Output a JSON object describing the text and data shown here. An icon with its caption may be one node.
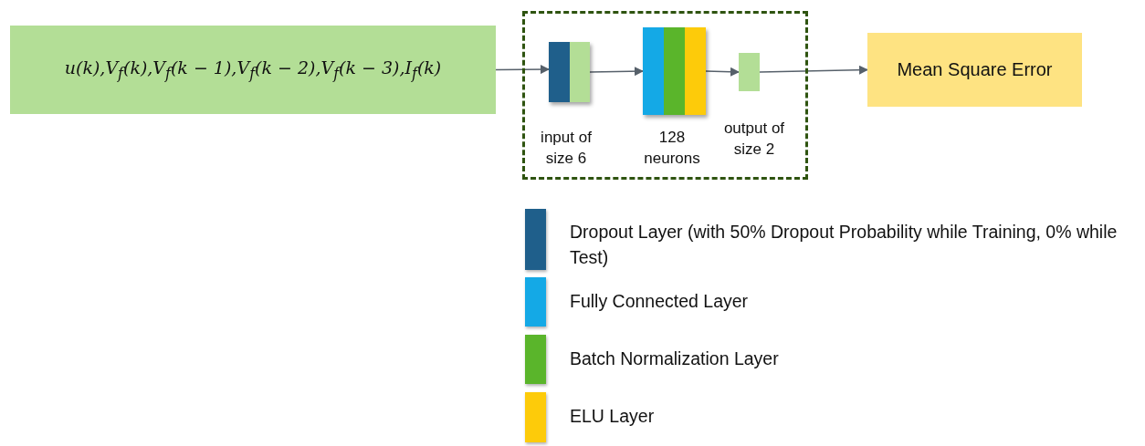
{
  "diagram": {
    "nodes": [
      {
        "text": [
          "u(k),V$_{f}$(k),V$_{f}$(k − 1),V$_{f}$(k − 2),V$_{f}$(k − 3),I$_{f}$(k)"
        ]
      },
      {
        "text": [],
        "shape": "box"
      },
      {
        "text": [],
        "shape": "bar",
        "in": 1,
        "beside": [
          "input of size 6"
        ]
      },
      {
        "text": [],
        "shape": "bar",
        "in": 1,
        "beside": [
          "128 neurons"
        ]
      },
      {
        "text": [],
        "shape": "bar",
        "in": 1,
        "beside": [
          "output of size 2"
        ]
      },
      {
        "text": [
          "Mean Square Error"
        ]
      }
    ],
    "edges": [
      {
        "from": 0,
        "to": 2,
        "arrow": "to"
      },
      {
        "from": 2,
        "to": 3,
        "arrow": "to"
      },
      {
        "from": 3,
        "to": 4,
        "arrow": "to"
      },
      {
        "from": 4,
        "to": 5,
        "arrow": "to"
      }
    ],
    "legend": [
      {
        "text": "Dropout Layer (with 50% Dropout Probability while Training, 0% while Test)",
        "color": "#1f5f8b"
      },
      {
        "text": "Fully Connected Layer",
        "color": "#14a9e6"
      },
      {
        "text": "Batch Normalization Layer",
        "color": "#5ab52b"
      },
      {
        "text": "ELU Layer",
        "color": "#fdcb0a"
      }
    ]
  }
}
